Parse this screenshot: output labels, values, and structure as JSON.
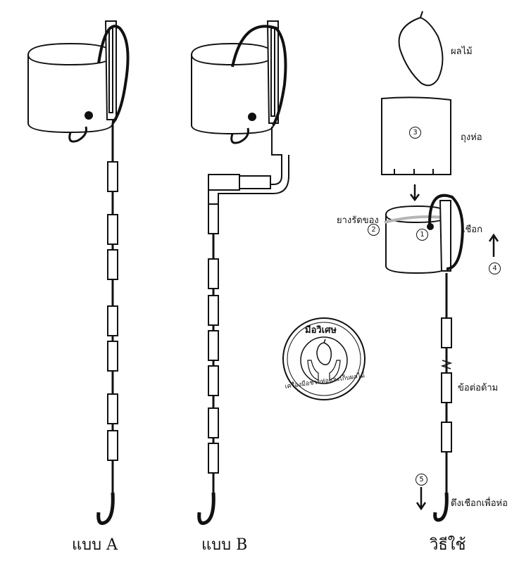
{
  "captions": {
    "model_a": "แบบ A",
    "model_b": "แบบ B",
    "usage": "วิธีใช้"
  },
  "usage_labels": {
    "fruit": "ผลไม้",
    "tube_bag": "ถุงห่อ",
    "rubber_band": "ยางรัดของ",
    "rope": "เชือก",
    "handle_joint": "ข้อต่อด้าม",
    "pull_rope": "ดึงเชือกเพื่อห่อ"
  },
  "step_numbers": {
    "s1": "1",
    "s2": "2",
    "s3": "3",
    "s4": "4",
    "s5": "5"
  },
  "seal": {
    "title": "มือวิเศษ",
    "ring_text": "เครื่องมือช่วยห่อและเก็บผลไม้"
  },
  "colors": {
    "line": "#111111",
    "band": "#b5b5b5",
    "background": "#ffffff"
  }
}
